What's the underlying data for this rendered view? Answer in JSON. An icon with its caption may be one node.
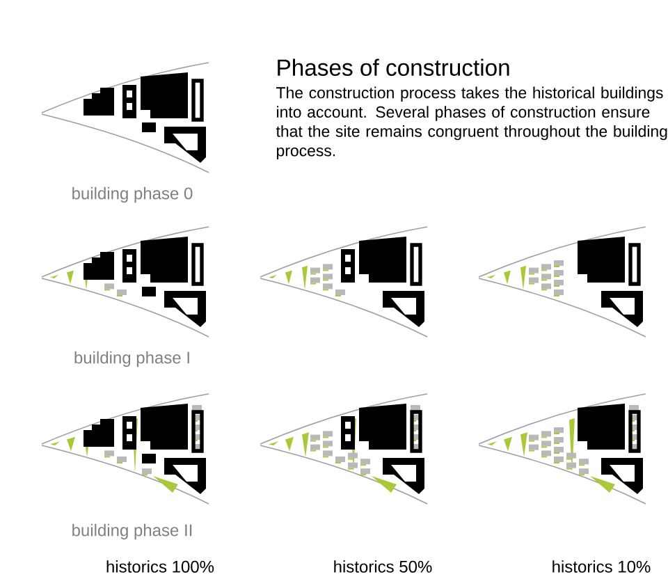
{
  "diagram": {
    "title": "Phases of construction",
    "labels": [
      "The construction process takes the historical buildings into account. Several phases of construction ensure that the site remains congruent throughout the building process.",
      "building phase 0",
      "building phase I",
      "building phase II",
      "historics 100%",
      "historics 50%",
      "historics 10%"
    ]
  }
}
